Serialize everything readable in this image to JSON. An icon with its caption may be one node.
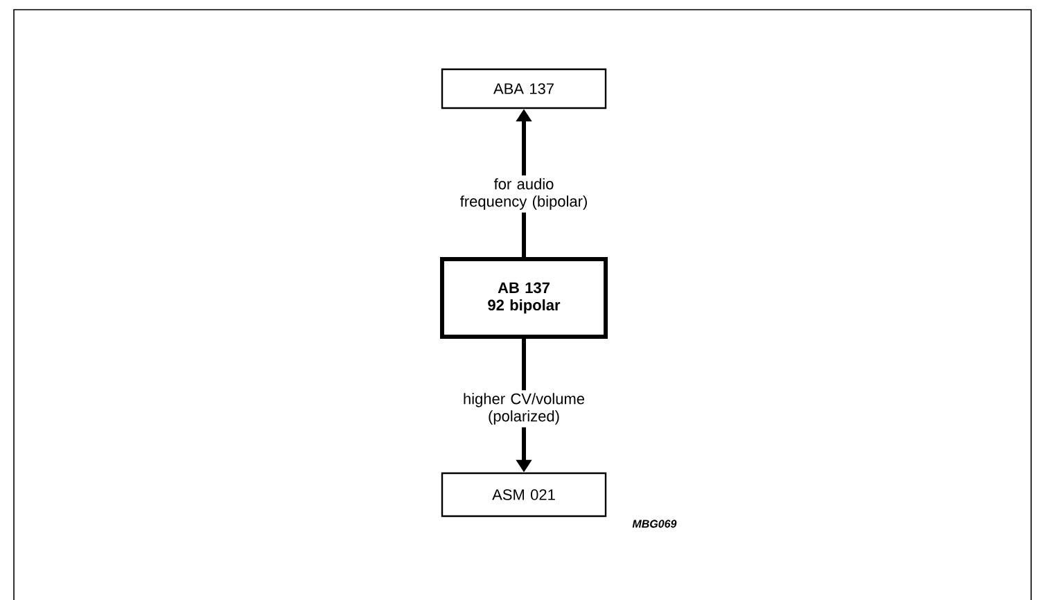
{
  "diagram": {
    "nodes": [
      {
        "text": [
          "ABA 137"
        ]
      },
      {
        "text": [
          "AB 137 92 bipolar"
        ]
      },
      {
        "text": [
          "ASM 021"
        ]
      }
    ],
    "edges": [
      {
        "from": 1,
        "to": 0,
        "arrow": "to",
        "label": "for audio frequency (bipolar)"
      },
      {
        "from": 1,
        "to": 2,
        "arrow": "to",
        "label": "higher CV/volume (polarized)"
      }
    ],
    "labels": [
      "MBG069"
    ]
  }
}
